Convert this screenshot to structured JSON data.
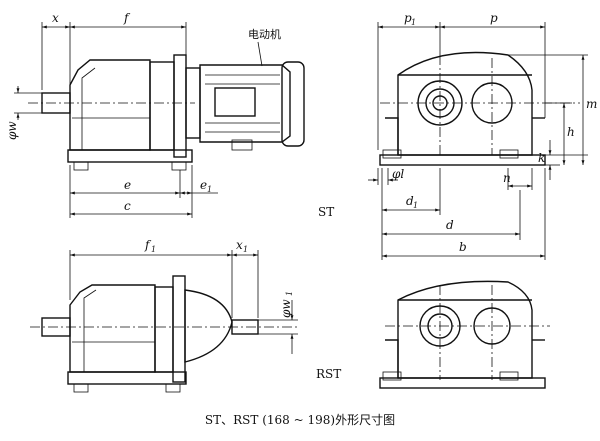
{
  "caption": "ST、RST (168 ~ 198)外形尺寸图",
  "motor_label": "电动机",
  "view_labels": {
    "st": "ST",
    "rst": "RST"
  },
  "dimensions": {
    "x": "x",
    "f": "f",
    "phi_w": "φw",
    "e": "e",
    "e1": "e",
    "c": "c",
    "f1": "f",
    "x1": "x",
    "phi_w1": "φw",
    "p1": "p",
    "p": "p",
    "m": "m",
    "h": "h",
    "k": "k",
    "phi_l": "φl",
    "n": "n",
    "d1": "d",
    "d": "d",
    "b": "b"
  },
  "subscripts": {
    "one": "1"
  }
}
